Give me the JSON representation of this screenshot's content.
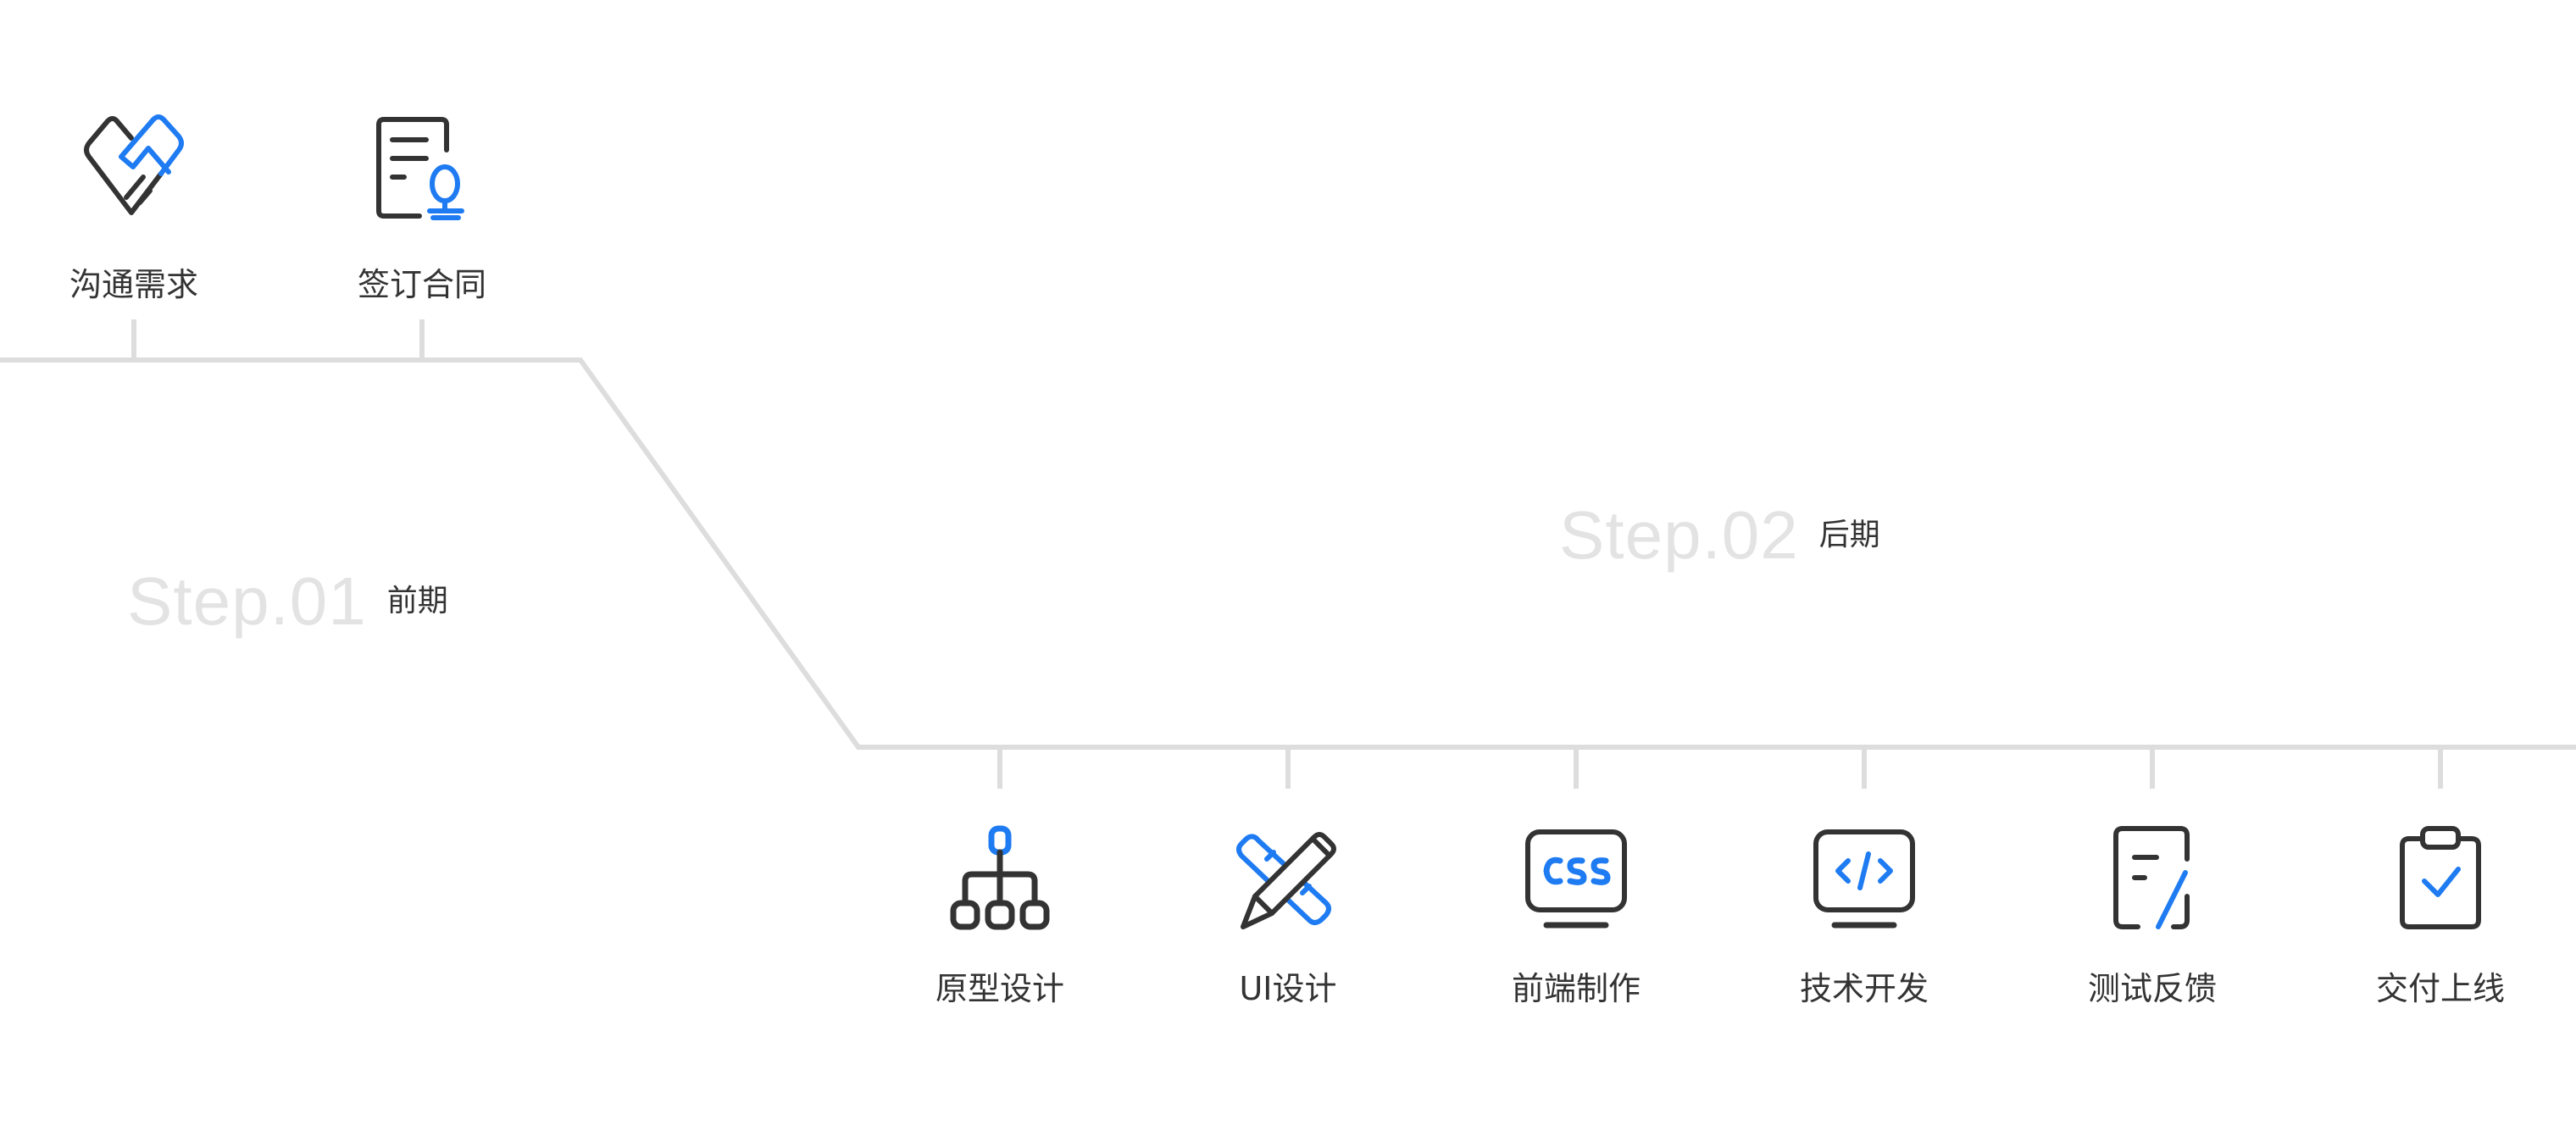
{
  "colors": {
    "accent": "#1E7BF2",
    "icon_dark": "#333333",
    "line": "#dddddd",
    "step_watermark": "#e3e3e3",
    "text": "#333333"
  },
  "phases": [
    {
      "step_label": "Step.01",
      "name": "前期",
      "items": [
        {
          "label": "沟通需求",
          "icon": "handshake-icon"
        },
        {
          "label": "签订合同",
          "icon": "contract-seal-icon"
        }
      ]
    },
    {
      "step_label": "Step.02",
      "name": "后期",
      "items": [
        {
          "label": "原型设计",
          "icon": "sitemap-icon"
        },
        {
          "label": "UI设计",
          "icon": "pencil-ruler-icon"
        },
        {
          "label": "前端制作",
          "icon": "css-monitor-icon"
        },
        {
          "label": "技术开发",
          "icon": "code-monitor-icon"
        },
        {
          "label": "测试反馈",
          "icon": "test-document-icon"
        },
        {
          "label": "交付上线",
          "icon": "clipboard-check-icon"
        }
      ]
    }
  ]
}
